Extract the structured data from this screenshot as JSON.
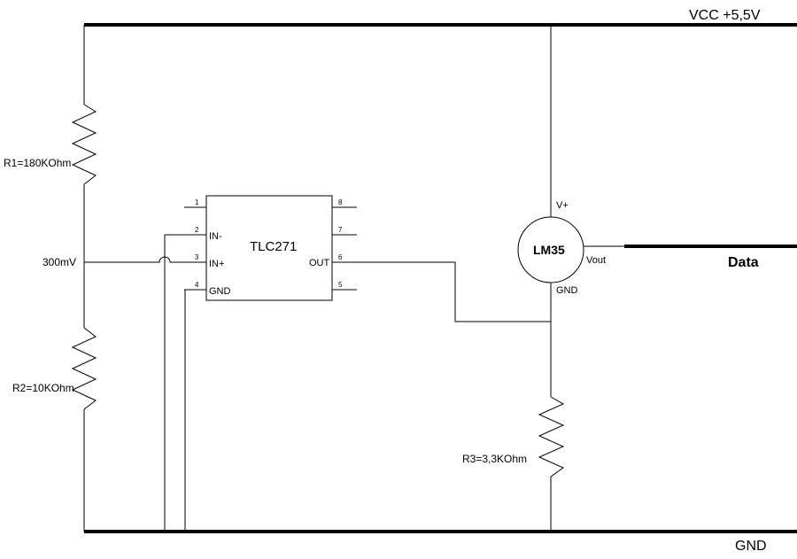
{
  "rails": {
    "vcc_label": "VCC +5,5V",
    "gnd_label": "GND"
  },
  "divider": {
    "r1_label": "R1=180KOhm",
    "r2_label": "R2=10KOhm",
    "mid_voltage": "300mV"
  },
  "opamp": {
    "name": "TLC271",
    "pins": [
      {
        "num": "1",
        "label": ""
      },
      {
        "num": "2",
        "label": "IN-"
      },
      {
        "num": "3",
        "label": "IN+"
      },
      {
        "num": "4",
        "label": "GND"
      },
      {
        "num": "5",
        "label": ""
      },
      {
        "num": "6",
        "label": "OUT"
      },
      {
        "num": "7",
        "label": ""
      },
      {
        "num": "8",
        "label": ""
      }
    ]
  },
  "sensor": {
    "name": "LM35",
    "vplus": "V+",
    "vout": "Vout",
    "gnd": "GND"
  },
  "r3_label": "R3=3,3KOhm",
  "output_label": "Data"
}
